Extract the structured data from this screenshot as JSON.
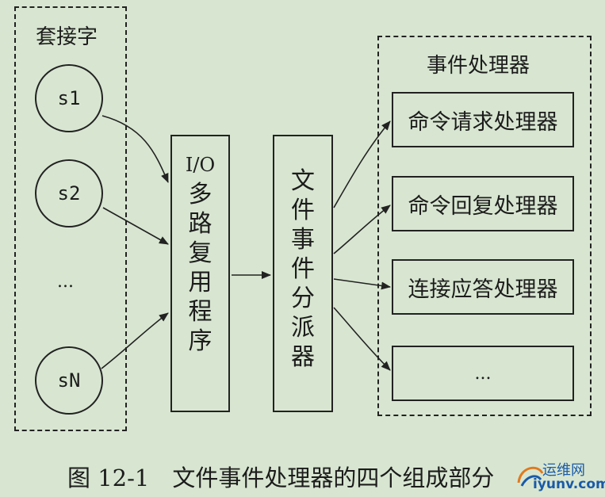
{
  "sockets": {
    "title": "套接字",
    "items": [
      "s1",
      "s2",
      "...",
      "sN"
    ]
  },
  "multiplexer": {
    "chars": [
      "I/O",
      "多",
      "路",
      "复",
      "用",
      "程",
      "序"
    ]
  },
  "dispatcher": {
    "chars": [
      "文",
      "件",
      "事",
      "件",
      "分",
      "派",
      "器"
    ]
  },
  "handlers": {
    "title": "事件处理器",
    "items": [
      "命令请求处理器",
      "命令回复处理器",
      "连接应答处理器",
      "..."
    ]
  },
  "caption": "图 12-1　文件事件处理器的四个组成部分",
  "watermark": {
    "line1": "运维网",
    "line2": "iyunv.com"
  }
}
